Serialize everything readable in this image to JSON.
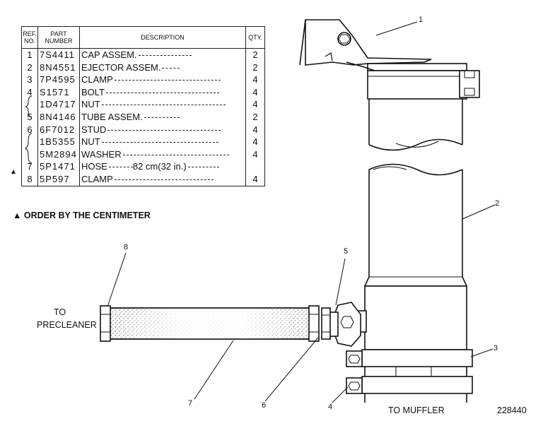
{
  "table": {
    "headers": {
      "ref": "REF. NO.",
      "part": "PART NUMBER",
      "desc": "DESCRIPTION",
      "qty": "QTY."
    },
    "rows": [
      {
        "ref": "1",
        "part": "7S4411",
        "desc": "CAP ASSEM.",
        "qty": "2"
      },
      {
        "ref": "2",
        "part": "8N4551",
        "desc": "EJECTOR ASSEM.",
        "qty": "2"
      },
      {
        "ref": "3",
        "part": "7P4595",
        "desc": "CLAMP",
        "qty": "4"
      },
      {
        "ref": "4",
        "part": "S1571",
        "desc": "BOLT",
        "qty": "4"
      },
      {
        "ref": "",
        "part": "1D4717",
        "desc": "NUT",
        "qty": "4"
      },
      {
        "ref": "5",
        "part": "8N4146",
        "desc": "TUBE ASSEM.",
        "qty": "2"
      },
      {
        "ref": "6",
        "part": "6F7012",
        "desc": "STUD",
        "qty": "4"
      },
      {
        "ref": "",
        "part": "1B5355",
        "desc": "NUT",
        "qty": "4"
      },
      {
        "ref": "",
        "part": "5M2894",
        "desc": "WASHER",
        "qty": "4"
      },
      {
        "ref": "7",
        "part": "5P1471",
        "desc": "HOSE",
        "extra": "82 cm(32 in.)",
        "qty": ""
      },
      {
        "ref": "8",
        "part": "5P597",
        "desc": "CLAMP",
        "qty": "4"
      }
    ]
  },
  "note": "ORDER BY THE CENTIMETER",
  "callouts": [
    "1",
    "2",
    "3",
    "4",
    "5",
    "6",
    "7",
    "8"
  ],
  "labels": {
    "to_precleaner_1": "TO",
    "to_precleaner_2": "PRECLEANER",
    "to_muffler": "TO MUFFLER",
    "figure_number": "228440"
  }
}
